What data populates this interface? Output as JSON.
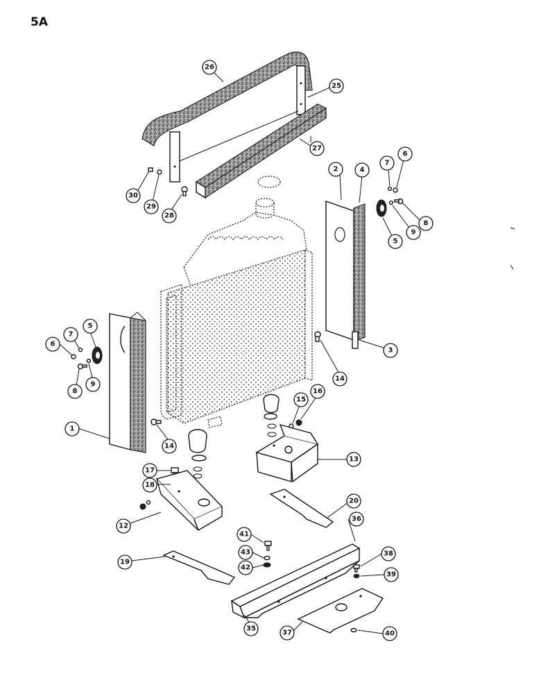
{
  "page": {
    "title": "5A"
  },
  "callouts": [
    {
      "id": "c26",
      "label": "26"
    },
    {
      "id": "c25",
      "label": "25"
    },
    {
      "id": "c27",
      "label": "27"
    },
    {
      "id": "c30",
      "label": "30"
    },
    {
      "id": "c29",
      "label": "29"
    },
    {
      "id": "c28",
      "label": "28"
    },
    {
      "id": "c2",
      "label": "2"
    },
    {
      "id": "c4",
      "label": "4"
    },
    {
      "id": "c7a",
      "label": "7"
    },
    {
      "id": "c6a",
      "label": "6"
    },
    {
      "id": "c8a",
      "label": "8"
    },
    {
      "id": "c9a",
      "label": "9"
    },
    {
      "id": "c5a",
      "label": "5"
    },
    {
      "id": "c3",
      "label": "3"
    },
    {
      "id": "c14a",
      "label": "14"
    },
    {
      "id": "c5b",
      "label": "5"
    },
    {
      "id": "c7b",
      "label": "7"
    },
    {
      "id": "c6b",
      "label": "6"
    },
    {
      "id": "c8b",
      "label": "8"
    },
    {
      "id": "c9b",
      "label": "9"
    },
    {
      "id": "c1",
      "label": "1"
    },
    {
      "id": "c14b",
      "label": "14"
    },
    {
      "id": "c15",
      "label": "15"
    },
    {
      "id": "c16",
      "label": "16"
    },
    {
      "id": "c13",
      "label": "13"
    },
    {
      "id": "c17",
      "label": "17"
    },
    {
      "id": "c18",
      "label": "18"
    },
    {
      "id": "c12",
      "label": "12"
    },
    {
      "id": "c20",
      "label": "20"
    },
    {
      "id": "c36",
      "label": "36"
    },
    {
      "id": "c41",
      "label": "41"
    },
    {
      "id": "c43",
      "label": "43"
    },
    {
      "id": "c42",
      "label": "42"
    },
    {
      "id": "c19",
      "label": "19"
    },
    {
      "id": "c38",
      "label": "38"
    },
    {
      "id": "c39",
      "label": "39"
    },
    {
      "id": "c35",
      "label": "35"
    },
    {
      "id": "c37",
      "label": "37"
    },
    {
      "id": "c40",
      "label": "40"
    }
  ]
}
